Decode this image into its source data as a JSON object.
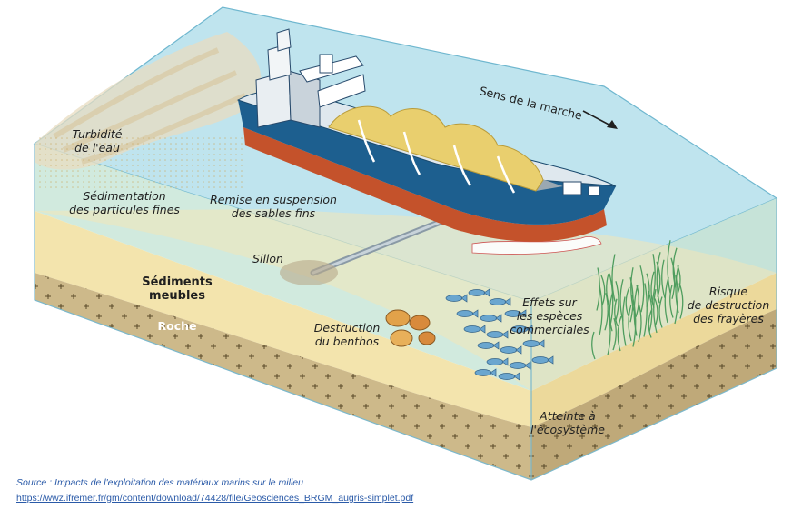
{
  "labels": {
    "direction": "Sens de la marche",
    "turbidity": "Turbidité\nde l'eau",
    "sedimentation": "Sédimentation\ndes particules fines",
    "resuspension": "Remise en suspension\ndes sables fins",
    "furrow": "Sillon",
    "loose_sediments": "Sédiments\nmeubles",
    "rock": "Roche",
    "benthos": "Destruction\ndu benthos",
    "commercial_species": "Effets sur\nles espèces\ncommerciales",
    "spawning": "Risque\nde destruction\ndes frayères",
    "ecosystem": "Atteinte à\nl'écosystème"
  },
  "source": {
    "line": "Source : Impacts de l'exploitation des matériaux marins sur le milieu",
    "url": "https://wwz.ifremer.fr/gm/content/download/74428/file/Geosciences_BRGM_augris-simplet.pdf"
  },
  "colors": {
    "water_top": "#bfe4ee",
    "water_front": "#c8e6d8",
    "sand": "#f2e2a8",
    "rock": "#cdb98a",
    "hull_blue": "#1d5f8f",
    "hull_red": "#c4522b",
    "cargo_sand": "#e9cf6e",
    "fish": "#6aa6cf",
    "seaweed": "#5aa86a",
    "source_text": "#2a5aa8"
  }
}
